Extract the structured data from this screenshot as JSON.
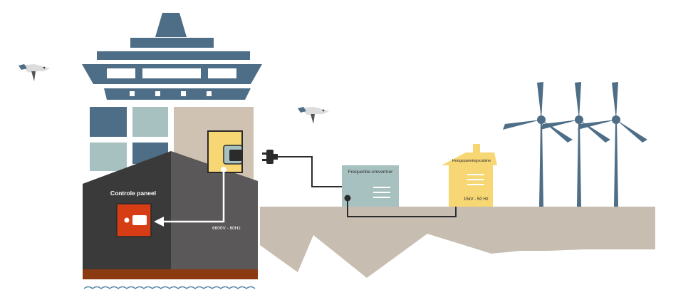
{
  "labels": {
    "control_panel": "Controle paneel",
    "frequency_converter": "Frequentie-omvormer",
    "high_voltage_cabin": "Hoogspanningscabine",
    "ship_voltage": "6600V - 60Hz",
    "grid_voltage": "15kV - 50 Hz"
  },
  "icons": [
    "seagull-icon",
    "plug-icon",
    "wind-turbine-icon",
    "ship",
    "shore-ground"
  ],
  "colors": {
    "ship_blue": "#4d6e86",
    "ship_dark": "#3a3a3a",
    "ship_grey": "#5a5858",
    "ship_tan": "#cfc2b2",
    "hull_brown": "#8b3a12",
    "panel_red": "#d63d14",
    "socket_yellow": "#f7d774",
    "converter_green": "#a7c1c0",
    "cabin_yellow": "#f7d774",
    "ground": "#c7bdb1",
    "water": "#5d88a6",
    "cable": "#2b2b2b"
  }
}
